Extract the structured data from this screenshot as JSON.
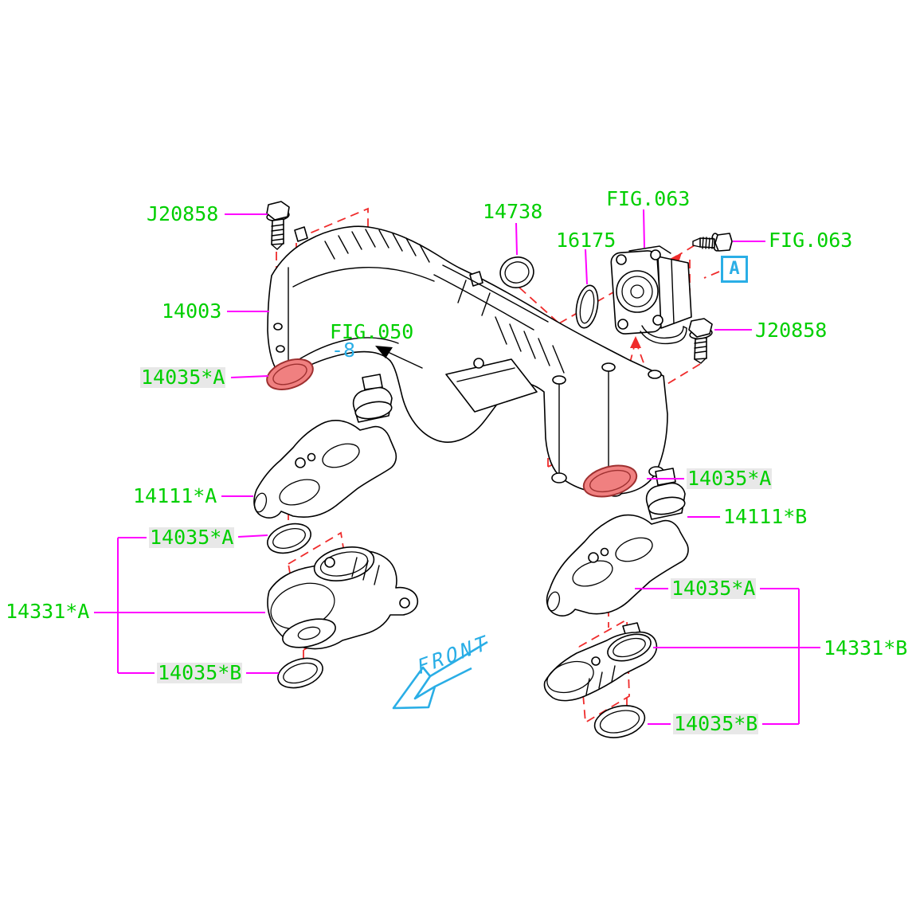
{
  "diagram": {
    "title": "Intake manifold parts diagram",
    "labels": {
      "j20858_left": "J20858",
      "part_14003": "14003",
      "fig050": "FIG.050",
      "fig050_ref": "-8",
      "gasket_14035a_left_top": "14035*A",
      "part_14738": "14738",
      "part_16175": "16175",
      "fig063_throttle": "FIG.063",
      "fig063_bolt": "FIG.063",
      "j20858_right": "J20858",
      "part_14111a": "14111*A",
      "gasket_14035a_left_mid": "14035*A",
      "part_14331a": "14331*A",
      "gasket_14035b_left": "14035*B",
      "gasket_14035a_right_top": "14035*A",
      "part_14111b": "14111*B",
      "gasket_14035a_right_mid": "14035*A",
      "part_14331b": "14331*B",
      "gasket_14035b_right": "14035*B",
      "detail_marker_a": "A",
      "front": "FRONT"
    },
    "icons": {
      "front_arrow": "arrow-pointing-down-left",
      "fig050_arrow": "arrow-pointing-up-left"
    },
    "colors": {
      "label_green": "#00cf00",
      "leader_magenta": "#ff00ff",
      "dashed_red": "#ef2b2b",
      "highlight_gasket_fill": "#f08080",
      "highlight_gasket_stroke": "#9e3030",
      "cyan_accent": "#2aaee6",
      "line_art": "#000000",
      "highlight_label_bg": "#e8e8e8"
    }
  }
}
